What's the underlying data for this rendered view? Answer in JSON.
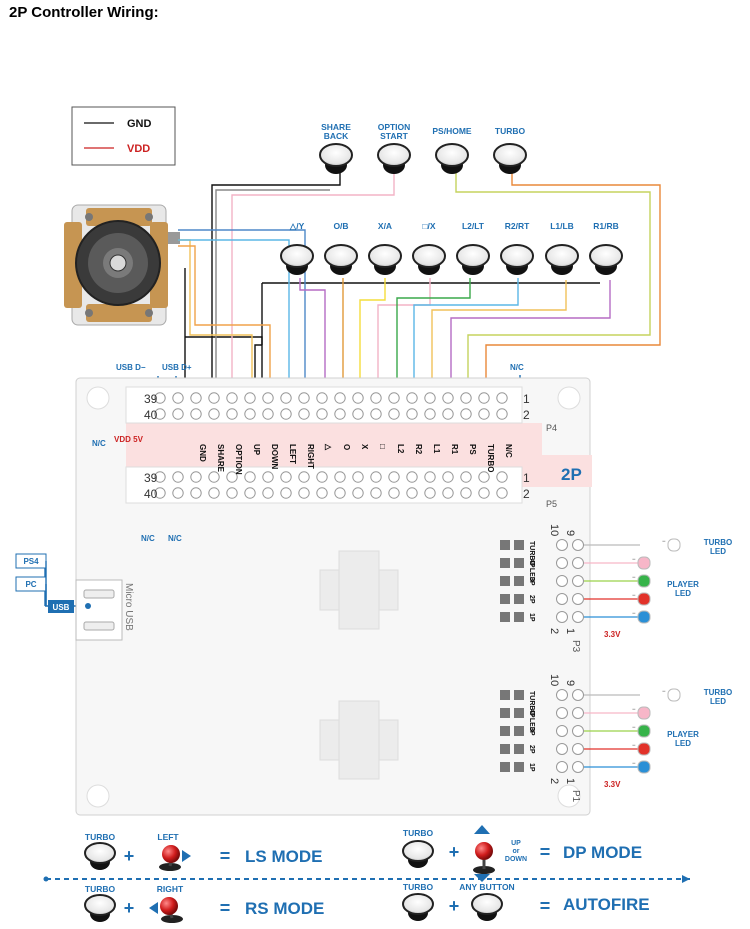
{
  "title": "2P Controller Wiring:",
  "colors": {
    "gnd": "#111111",
    "vdd": "#cc2222",
    "accent": "#1f6fb2"
  },
  "legend": {
    "gnd": "GND",
    "vdd": "VDD"
  },
  "top_buttons": [
    {
      "line1": "SHARE",
      "line2": "BACK"
    },
    {
      "line1": "OPTION",
      "line2": "START"
    },
    {
      "line1": "PS/HOME",
      "line2": ""
    },
    {
      "line1": "TURBO",
      "line2": ""
    }
  ],
  "face_buttons": [
    "△/Y",
    "O/B",
    "X/A",
    "□/X",
    "L2/LT",
    "R2/RT",
    "L1/LB",
    "R1/RB"
  ],
  "usb_pins": {
    "dminus": "USB D−",
    "dplus": "USB D+"
  },
  "nc": "N/C",
  "vdd5": "VDD 5V",
  "p4_signals": [
    "GND",
    "SHARE",
    "OPTION",
    "UP",
    "DOWN",
    "LEFT",
    "RIGHT",
    "△",
    "O",
    "X",
    "□",
    "L2",
    "R2",
    "L1",
    "R1",
    "PS",
    "TURBO",
    "N/C"
  ],
  "header": {
    "p4_39": "39",
    "p4_40": "40",
    "p4_1": "1",
    "p4_2": "2",
    "p4_label": "P4",
    "p5_39": "39",
    "p5_40": "40",
    "p5_1": "1",
    "p5_2": "2",
    "p5_label": "P5"
  },
  "board_2p": "2P",
  "micro_usb": "Micro USB",
  "usb_tags": {
    "ps4": "PS4",
    "pc": "PC",
    "usb": "USB"
  },
  "led_labels": {
    "turbo": "TURBO LED",
    "turbo_1": "TURBO",
    "turbo_2": "LED",
    "player_1": "PLAYER",
    "player_2": "LED",
    "v33": "3.3V"
  },
  "led_rows": [
    "TURBO LED",
    "4P",
    "3P",
    "2P",
    "1P"
  ],
  "p3": {
    "label": "P3",
    "pin10": "10",
    "pin9": "9",
    "pin2": "2",
    "pin1": "1"
  },
  "p1": {
    "label": "P1",
    "pin10": "10",
    "pin9": "9",
    "pin2": "2",
    "pin1": "1"
  },
  "modes": [
    {
      "button": "TURBO",
      "stick": "LEFT",
      "mode": "LS MODE"
    },
    {
      "button": "TURBO",
      "stick": "UP or DOWN",
      "stick_1": "UP",
      "stick_2": "or",
      "stick_3": "DOWN",
      "mode": "DP MODE"
    },
    {
      "button": "TURBO",
      "stick": "RIGHT",
      "mode": "RS MODE"
    },
    {
      "button": "TURBO",
      "stick": "ANY BUTTON",
      "mode": "AUTOFIRE"
    }
  ],
  "ops": {
    "plus": "+",
    "equals": "="
  }
}
